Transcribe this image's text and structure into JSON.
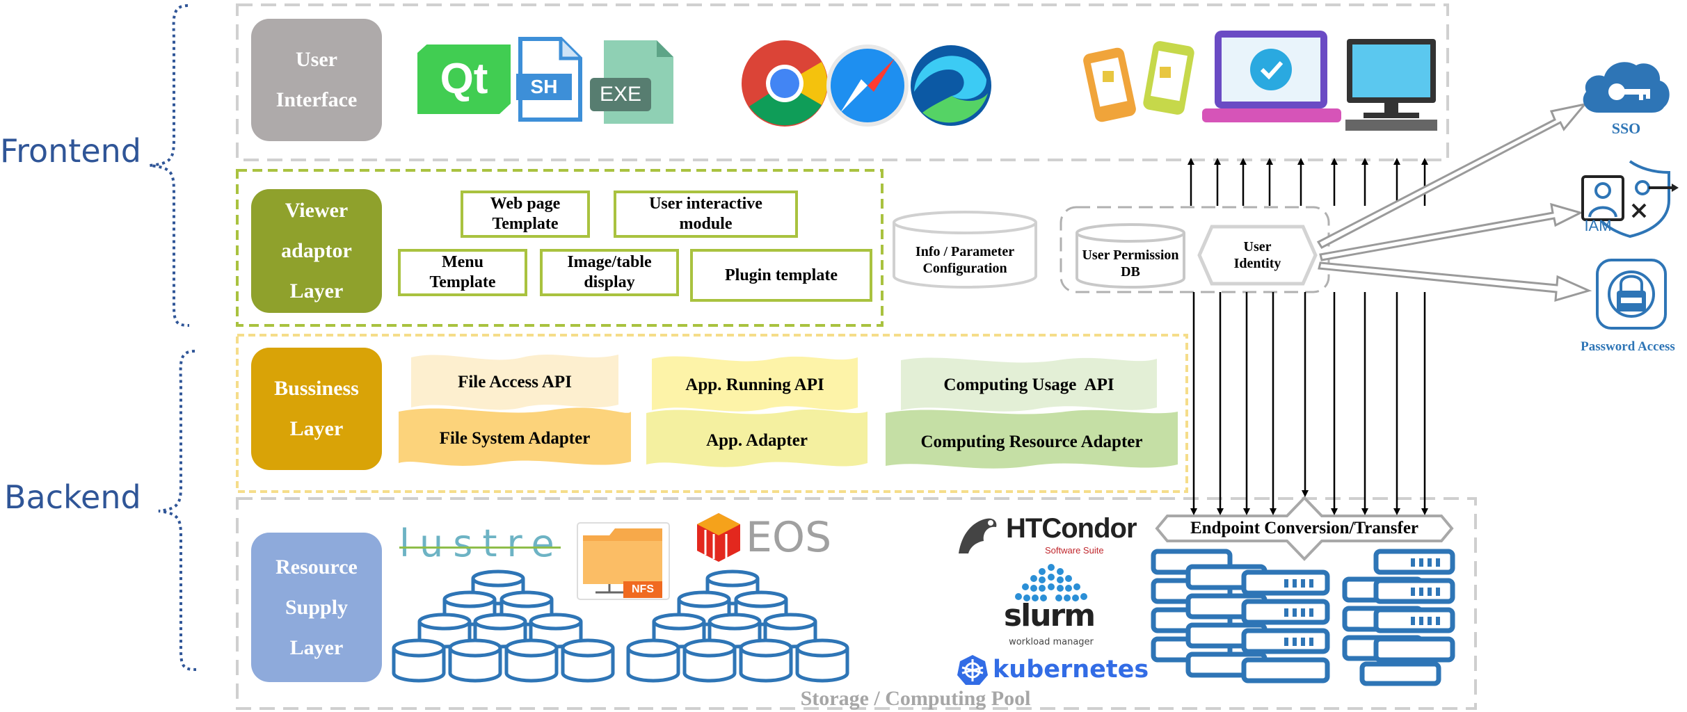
{
  "sides": {
    "frontend": "Frontend",
    "backend": "Backend"
  },
  "layers": {
    "ui": [
      "User",
      "Interface"
    ],
    "viewer": [
      "Viewer",
      "adaptor",
      "Layer"
    ],
    "business": [
      "Bussiness",
      "Layer"
    ],
    "resource": [
      "Resource",
      "Supply",
      "Layer"
    ]
  },
  "viewer_modules": {
    "web_page_template": [
      "Web page",
      "Template"
    ],
    "user_interactive_module": [
      "User interactive",
      "module"
    ],
    "menu_template": [
      "Menu",
      "Template"
    ],
    "image_table_display": [
      "Image/table",
      "display"
    ],
    "plugin_template": "Plugin template"
  },
  "info_config": [
    "Info / Parameter",
    "Configuration"
  ],
  "user_permission_db": [
    "User Permission",
    "DB"
  ],
  "user_identity": [
    "User",
    "Identity"
  ],
  "business_apis": {
    "file_access_api": "File Access API",
    "app_running_api": "App. Running API",
    "computing_usage_api": "Computing Usage  API",
    "file_system_adapter": "File System Adapter",
    "app_adapter": "App. Adapter",
    "computing_resource_adapter": "Computing Resource Adapter"
  },
  "ui_icons": {
    "qt": "Qt",
    "sh": "SH",
    "exe": "EXE"
  },
  "resource_logos": {
    "lustre": "lustre",
    "nfs": "NFS",
    "eos": "EOS",
    "htcondor": "HTCondor",
    "htcondor_sub": "Software Suite",
    "slurm": "slurm",
    "slurm_sub": "workload manager",
    "kubernetes": "kubernetes"
  },
  "endpoint": "Endpoint Conversion/Transfer",
  "pool": "Storage / Computing Pool",
  "auth": {
    "sso": "SSO",
    "iam": "IAM",
    "password": "Password Access"
  },
  "colors": {
    "ui_layer": "#aeaaaa",
    "viewer_layer": "#8fa12c",
    "business_layer": "#d9a307",
    "resource_layer": "#8eaadb",
    "accent_blue": "#2e75b6",
    "module_border": "#a9c23f"
  }
}
